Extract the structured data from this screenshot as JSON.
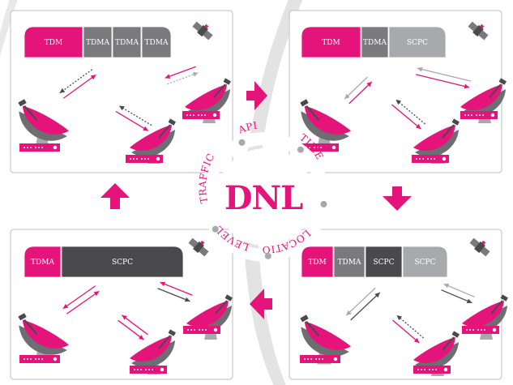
{
  "colors": {
    "magenta": "#e4147b",
    "dark_gray": "#4a4a4c",
    "mid_gray": "#7a7a7c",
    "light_gray": "#a7a9ac",
    "arc_gray": "#d8d8d8",
    "panel_border": "#c9c9c9"
  },
  "center": {
    "logo": "DNL",
    "ring_words": [
      "TIME",
      "LOCATION",
      "LEVEL",
      "TRAFFIC",
      "API"
    ]
  },
  "panels": {
    "top_left": {
      "segments": [
        {
          "label": "TDM",
          "color": "magenta"
        },
        {
          "label": "TDMA",
          "color": "mid_gray"
        },
        {
          "label": "TDMA",
          "color": "mid_gray"
        },
        {
          "label": "TDMA",
          "color": "mid_gray"
        }
      ]
    },
    "top_right": {
      "segments": [
        {
          "label": "TDM",
          "color": "magenta"
        },
        {
          "label": "TDMA",
          "color": "mid_gray"
        },
        {
          "label": "SCPC",
          "color": "light_gray"
        }
      ]
    },
    "bottom_left": {
      "segments": [
        {
          "label": "TDMA",
          "color": "magenta"
        },
        {
          "label": "SCPC",
          "color": "dark_gray"
        }
      ]
    },
    "bottom_right": {
      "segments": [
        {
          "label": "TDM",
          "color": "magenta"
        },
        {
          "label": "TDMA",
          "color": "mid_gray"
        },
        {
          "label": "SCPC",
          "color": "dark_gray"
        },
        {
          "label": "SCPC",
          "color": "light_gray"
        }
      ]
    }
  },
  "flow_arrows": [
    "right",
    "down",
    "left",
    "up"
  ]
}
